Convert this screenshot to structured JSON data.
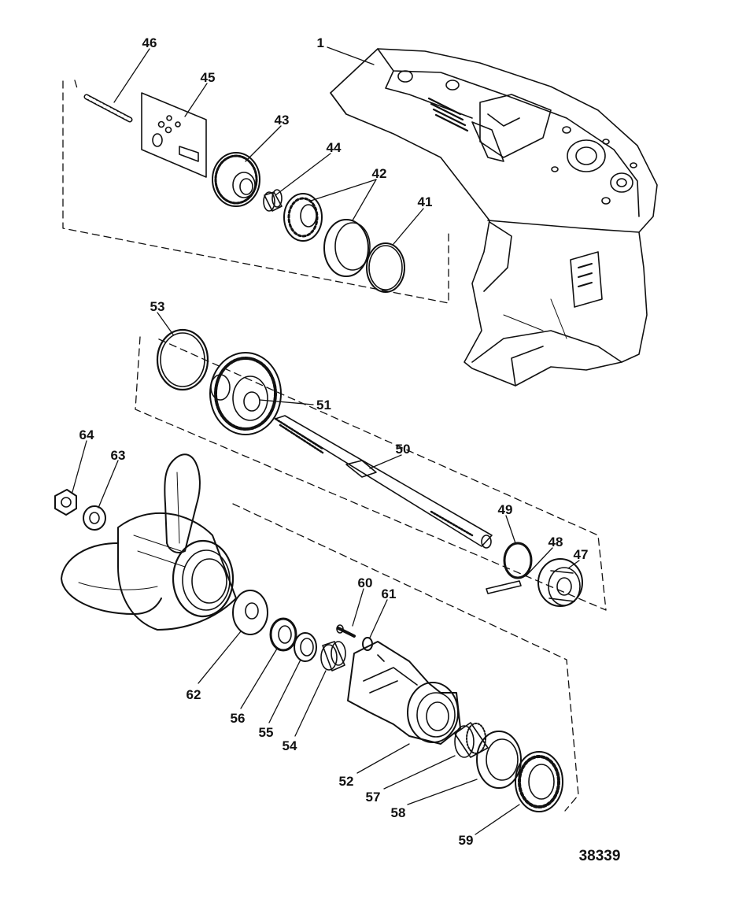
{
  "colors": {
    "ink": "#111111",
    "paper": "#ffffff"
  },
  "plate_id": "38339",
  "callouts": [
    {
      "id": "1",
      "part": "gear-housing"
    },
    {
      "id": "41",
      "part": "o-ring"
    },
    {
      "id": "42",
      "part": "tapered-bearing-and-race"
    },
    {
      "id": "43",
      "part": "pinion-gear"
    },
    {
      "id": "44",
      "part": "needle-bearing"
    },
    {
      "id": "45",
      "part": "shim-kit"
    },
    {
      "id": "46",
      "part": "spring"
    },
    {
      "id": "47",
      "part": "clutch"
    },
    {
      "id": "48",
      "part": "cross-pin"
    },
    {
      "id": "49",
      "part": "spring-ring"
    },
    {
      "id": "50",
      "part": "propeller-shaft"
    },
    {
      "id": "51",
      "part": "forward-gear"
    },
    {
      "id": "52",
      "part": "bearing-carrier"
    },
    {
      "id": "53",
      "part": "o-ring-large"
    },
    {
      "id": "54",
      "part": "needle-bearing-carrier"
    },
    {
      "id": "55",
      "part": "washer"
    },
    {
      "id": "56",
      "part": "oil-seal"
    },
    {
      "id": "57",
      "part": "roller-bearing"
    },
    {
      "id": "58",
      "part": "thrust-washer"
    },
    {
      "id": "59",
      "part": "thrust-bearing"
    },
    {
      "id": "60",
      "part": "screw"
    },
    {
      "id": "61",
      "part": "o-ring-small"
    },
    {
      "id": "62",
      "part": "thrust-hub"
    },
    {
      "id": "63",
      "part": "tab-washer"
    },
    {
      "id": "64",
      "part": "propeller-nut"
    }
  ]
}
